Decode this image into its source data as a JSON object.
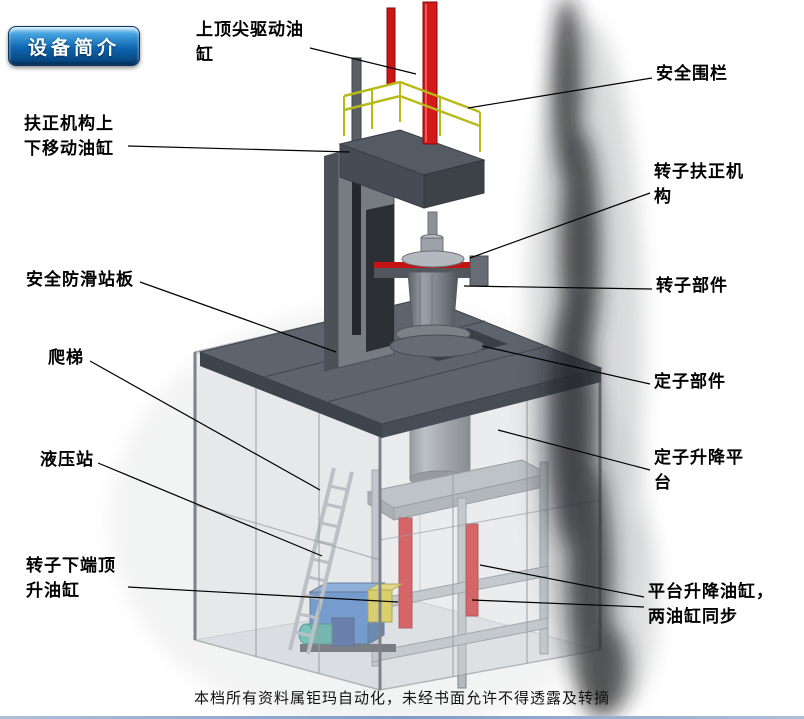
{
  "badge": {
    "text": "设备简介"
  },
  "footer": {
    "text": "本档所有资料属钜玛自动化，未经书面允许不得透露及转摘"
  },
  "labels": [
    {
      "id": "top-center-drive-cylinder",
      "text": "上顶尖驱动油\n缸"
    },
    {
      "id": "safety-fence",
      "text": "安全围栏"
    },
    {
      "id": "righting-mechanism-move-cylinder",
      "text": "扶正机构上\n下移动油缸"
    },
    {
      "id": "rotor-righting-mechanism",
      "text": "转子扶正机\n构"
    },
    {
      "id": "anti-slip-standing-plate",
      "text": "安全防滑站板"
    },
    {
      "id": "rotor-part",
      "text": "转子部件"
    },
    {
      "id": "ladder",
      "text": "爬梯"
    },
    {
      "id": "stator-part",
      "text": "定子部件"
    },
    {
      "id": "hydraulic-station",
      "text": "液压站"
    },
    {
      "id": "stator-lift-platform",
      "text": "定子升降平\n台"
    },
    {
      "id": "rotor-bottom-jack-cylinder",
      "text": "转子下端顶\n升油缸"
    },
    {
      "id": "platform-lift-cylinders",
      "text": "平台升降油缸，\n两油缸同步"
    }
  ],
  "colors": {
    "badge_blue": "#0d66b0",
    "cylinder_red": "#d01818",
    "railing_yellow": "#b7ba17",
    "tank_blue": "#2e6fc0",
    "platform_gray": "#5d646d"
  }
}
